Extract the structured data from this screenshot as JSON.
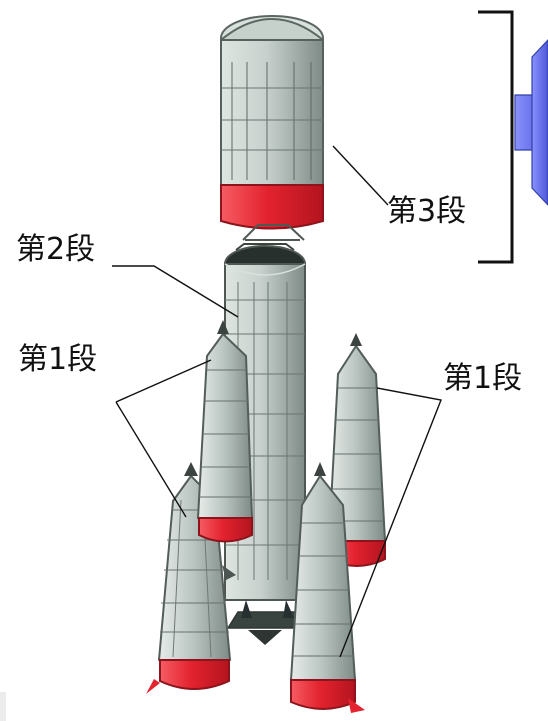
{
  "labels": {
    "stage3": "第3段",
    "stage2": "第2段",
    "stage1_left": "第1段",
    "stage1_right": "第1段"
  },
  "colors": {
    "background": "#ffffff",
    "body": "#b7c2bf",
    "body_dark": "#8f9c98",
    "red": "#e3232f",
    "arrow": "#6d73e8",
    "line": "#111111"
  }
}
